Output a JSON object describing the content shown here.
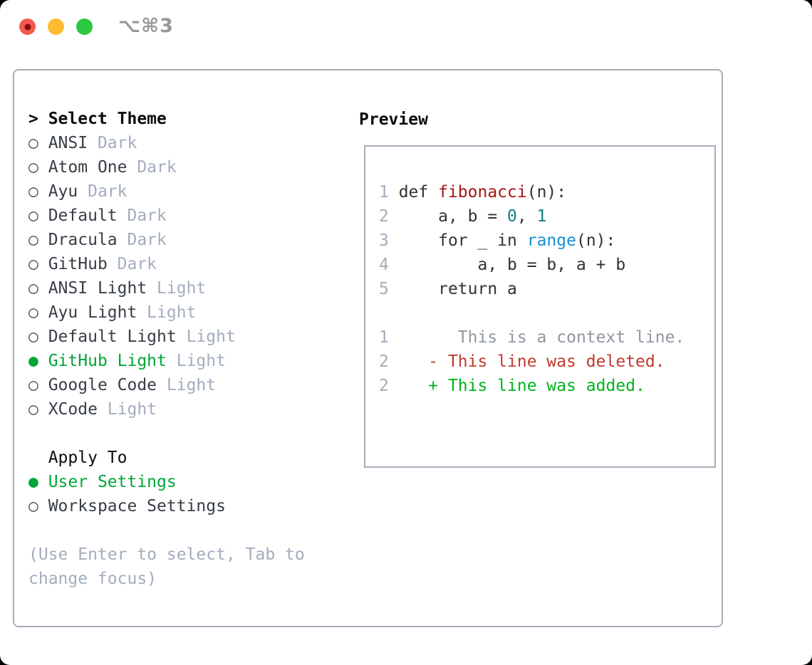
{
  "titlebar": {
    "shortcut": "⌥⌘3"
  },
  "icons": {
    "radio_selected": "●",
    "radio_unselected": "○",
    "header_marker": ">"
  },
  "panel": {
    "select_theme": {
      "marker": ">",
      "label": "Select Theme"
    },
    "themes": [
      {
        "name": "ANSI",
        "tag": "Dark",
        "selected": false
      },
      {
        "name": "Atom One",
        "tag": "Dark",
        "selected": false
      },
      {
        "name": "Ayu",
        "tag": "Dark",
        "selected": false
      },
      {
        "name": "Default",
        "tag": "Dark",
        "selected": false
      },
      {
        "name": "Dracula",
        "tag": "Dark",
        "selected": false
      },
      {
        "name": "GitHub",
        "tag": "Dark",
        "selected": false
      },
      {
        "name": "ANSI Light",
        "tag": "Light",
        "selected": false
      },
      {
        "name": "Ayu Light",
        "tag": "Light",
        "selected": false
      },
      {
        "name": "Default Light",
        "tag": "Light",
        "selected": false
      },
      {
        "name": "GitHub Light",
        "tag": "Light",
        "selected": true
      },
      {
        "name": "Google Code",
        "tag": "Light",
        "selected": false
      },
      {
        "name": "XCode",
        "tag": "Light",
        "selected": false
      }
    ],
    "apply_to": {
      "label": "Apply To",
      "options": [
        {
          "label": "User Settings",
          "selected": true
        },
        {
          "label": "Workspace Settings",
          "selected": false
        }
      ]
    },
    "hint": "(Use Enter to select, Tab to change focus)",
    "preview": {
      "label": "Preview",
      "lines": [
        {
          "num": "1",
          "segments": [
            {
              "text": "def ",
              "style": "code"
            },
            {
              "text": "fibonacci",
              "style": "function"
            },
            {
              "text": "(n):",
              "style": "code"
            }
          ]
        },
        {
          "num": "2",
          "segments": [
            {
              "text": "    a, b = ",
              "style": "code"
            },
            {
              "text": "0",
              "style": "number"
            },
            {
              "text": ", ",
              "style": "code"
            },
            {
              "text": "1",
              "style": "number"
            }
          ]
        },
        {
          "num": "3",
          "segments": [
            {
              "text": "    for _ in ",
              "style": "code"
            },
            {
              "text": "range",
              "style": "builtin"
            },
            {
              "text": "(n):",
              "style": "code"
            }
          ]
        },
        {
          "num": "4",
          "segments": [
            {
              "text": "        a, b = b, a + b",
              "style": "code"
            }
          ]
        },
        {
          "num": "5",
          "segments": [
            {
              "text": "    return a",
              "style": "code"
            }
          ]
        },
        {
          "num": "",
          "segments": []
        },
        {
          "num": "1",
          "segments": [
            {
              "text": "      This is a context line.",
              "style": "context"
            }
          ]
        },
        {
          "num": "2",
          "segments": [
            {
              "text": "   - This line was deleted.",
              "style": "deleted"
            }
          ]
        },
        {
          "num": "2",
          "segments": [
            {
              "text": "   + This line was added.",
              "style": "added"
            }
          ]
        }
      ]
    }
  },
  "colors": {
    "window_bg": "#ffffff",
    "backdrop": "#000000",
    "traffic_red": "#f4584f",
    "traffic_red_dot": "#7d120b",
    "traffic_yellow": "#fdbc2e",
    "traffic_green": "#2bc840",
    "shortcut": "#96969b",
    "border": "#a6aeb8",
    "header": "#0a0c0e",
    "text_dark": "#383e47",
    "marker": "#4a4f57",
    "muted": "#a3adbd",
    "green": "#00a637",
    "code_plain": "#2e3338",
    "func_red": "#a31515",
    "num_teal": "#0f7f86",
    "builtin_blue": "#1b8fd0",
    "context_gray": "#8f969f",
    "del_red": "#c03a2b",
    "add_green": "#00b31b"
  }
}
